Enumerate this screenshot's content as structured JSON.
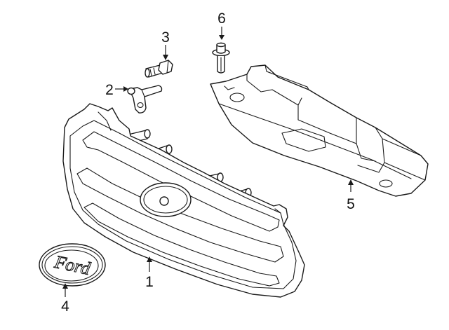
{
  "diagram": {
    "emblem_text": "Ford",
    "callouts": [
      {
        "id": "c1",
        "label": "1"
      },
      {
        "id": "c2",
        "label": "2"
      },
      {
        "id": "c3",
        "label": "3"
      },
      {
        "id": "c4",
        "label": "4"
      },
      {
        "id": "c5",
        "label": "5"
      },
      {
        "id": "c6",
        "label": "6"
      }
    ]
  }
}
